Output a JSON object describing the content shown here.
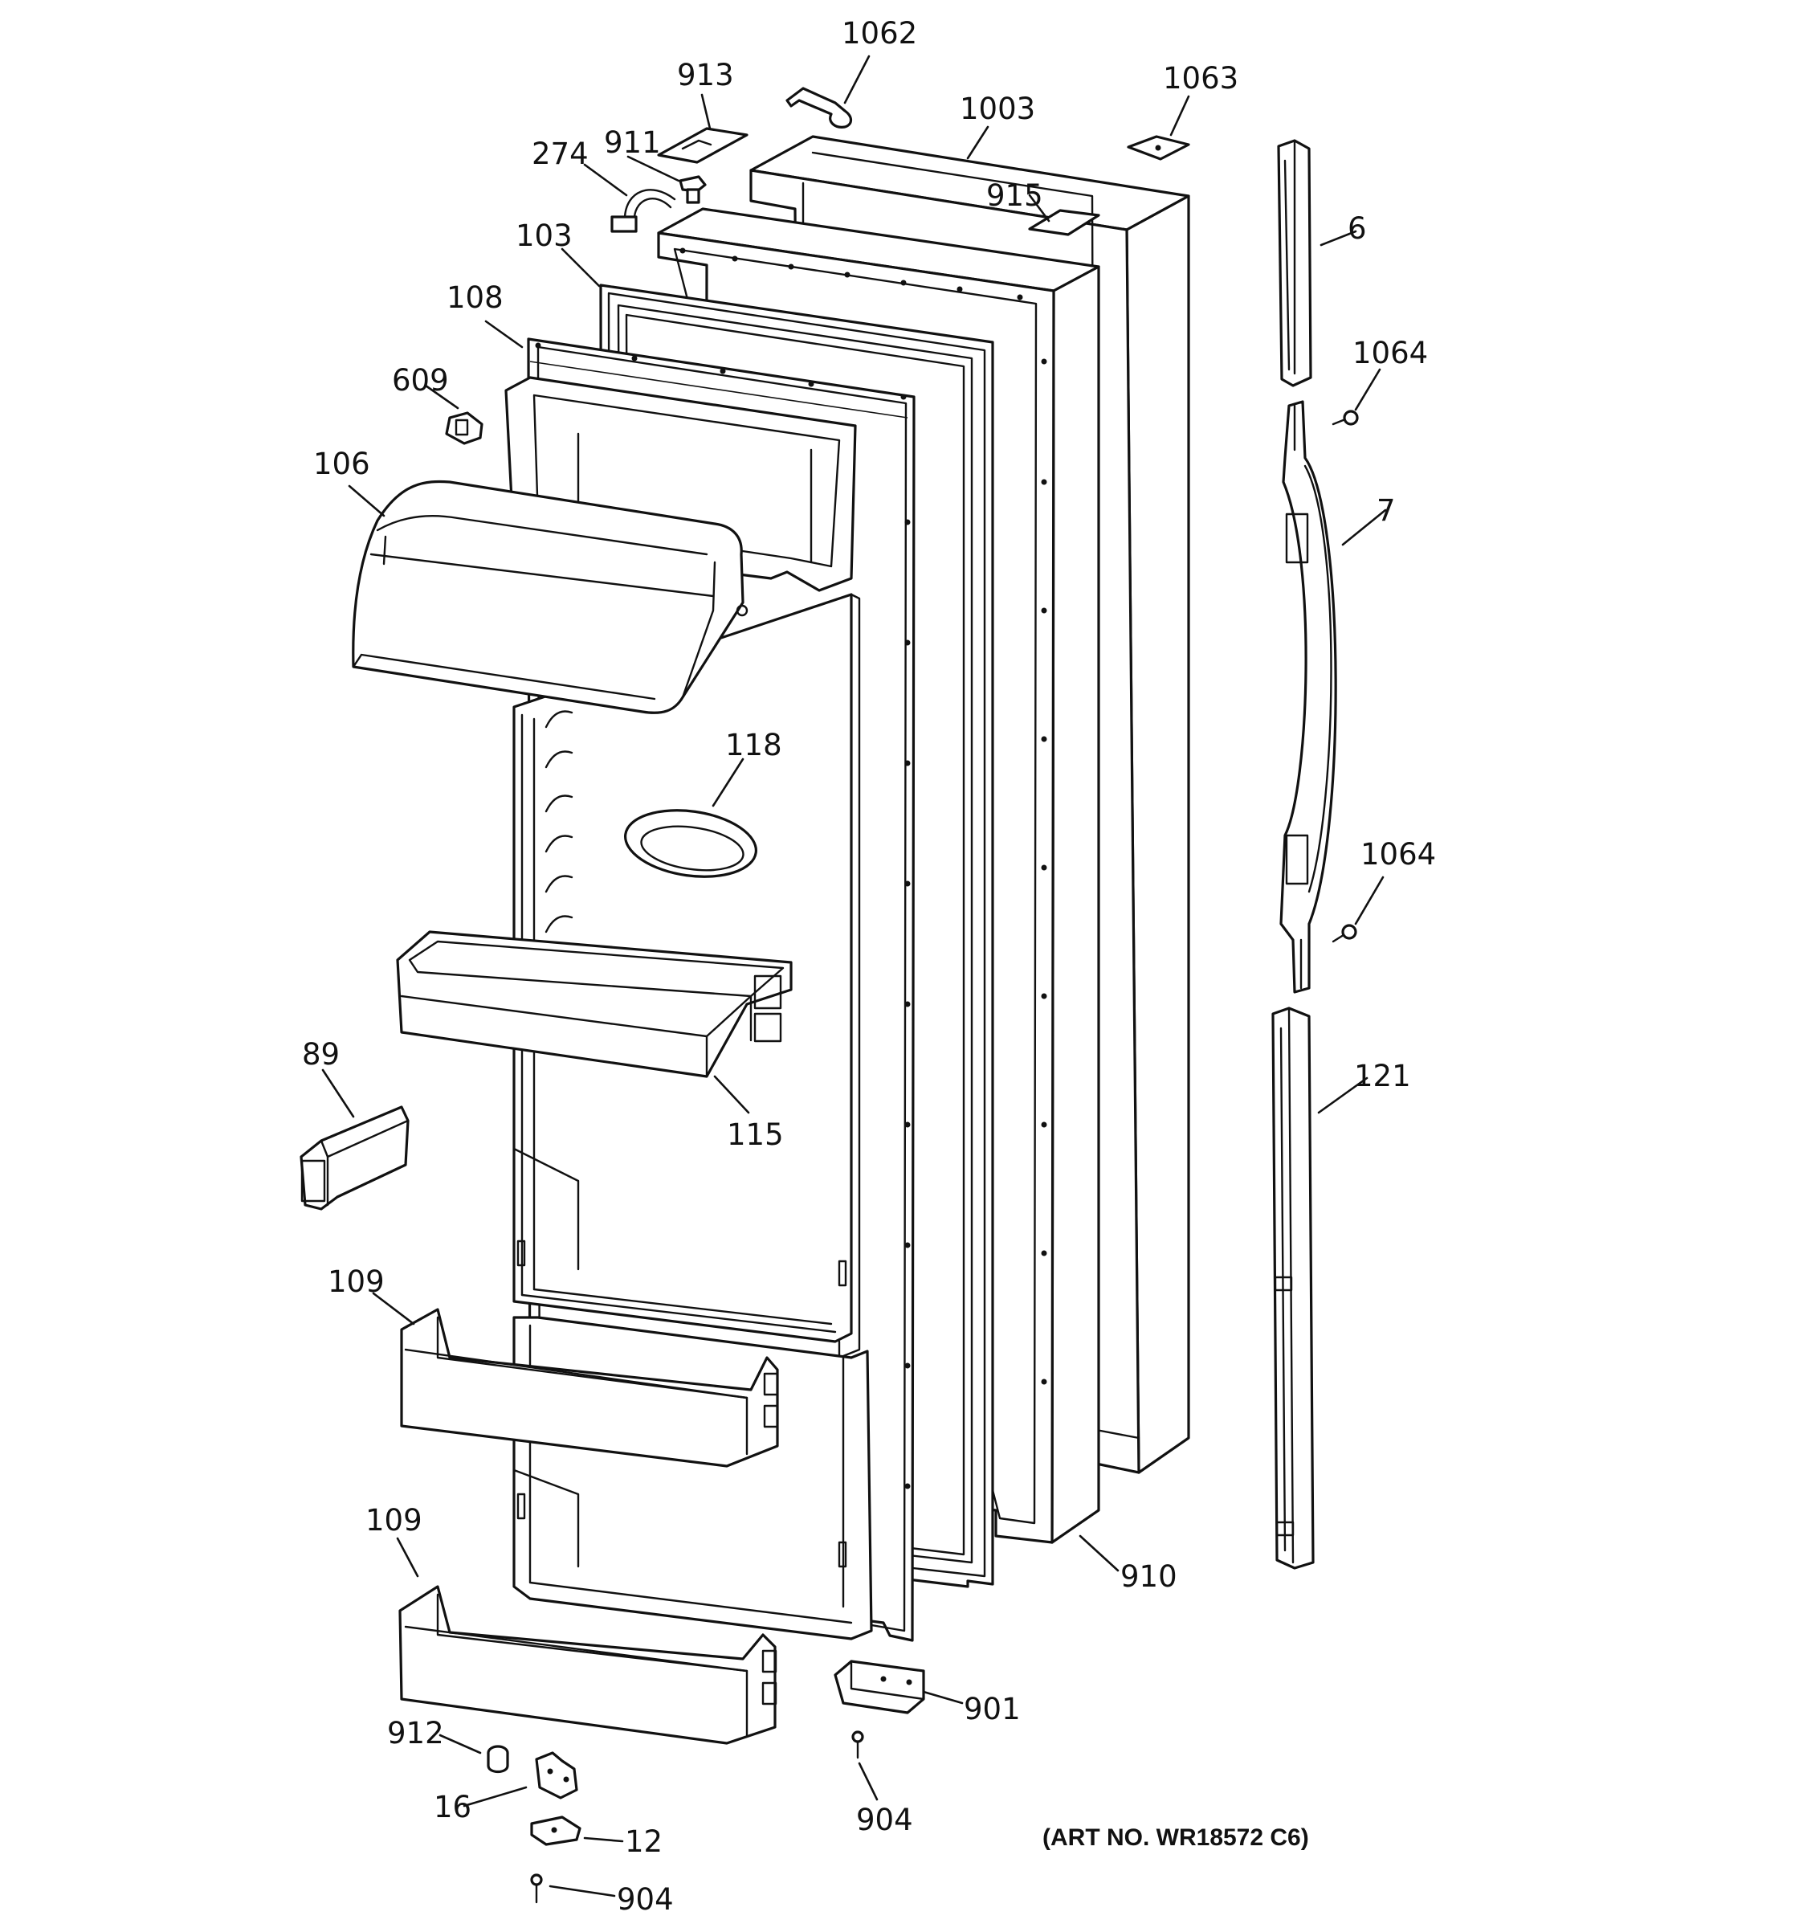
{
  "callouts": [
    {
      "id": "1062",
      "label": "1062"
    },
    {
      "id": "913",
      "label": "913"
    },
    {
      "id": "1003",
      "label": "1003"
    },
    {
      "id": "1063",
      "label": "1063"
    },
    {
      "id": "911",
      "label": "911"
    },
    {
      "id": "274",
      "label": "274"
    },
    {
      "id": "915",
      "label": "915"
    },
    {
      "id": "103",
      "label": "103"
    },
    {
      "id": "6",
      "label": "6"
    },
    {
      "id": "108",
      "label": "108"
    },
    {
      "id": "1064a",
      "label": "1064"
    },
    {
      "id": "609",
      "label": "609"
    },
    {
      "id": "7",
      "label": "7"
    },
    {
      "id": "106",
      "label": "106"
    },
    {
      "id": "118",
      "label": "118"
    },
    {
      "id": "1064b",
      "label": "1064"
    },
    {
      "id": "89",
      "label": "89"
    },
    {
      "id": "121",
      "label": "121"
    },
    {
      "id": "115",
      "label": "115"
    },
    {
      "id": "109a",
      "label": "109"
    },
    {
      "id": "109b",
      "label": "109"
    },
    {
      "id": "910",
      "label": "910"
    },
    {
      "id": "901",
      "label": "901"
    },
    {
      "id": "912",
      "label": "912"
    },
    {
      "id": "904a",
      "label": "904"
    },
    {
      "id": "16",
      "label": "16"
    },
    {
      "id": "12",
      "label": "12"
    },
    {
      "id": "904b",
      "label": "904"
    }
  ],
  "art_number": "(ART NO. WR18572 C6)"
}
